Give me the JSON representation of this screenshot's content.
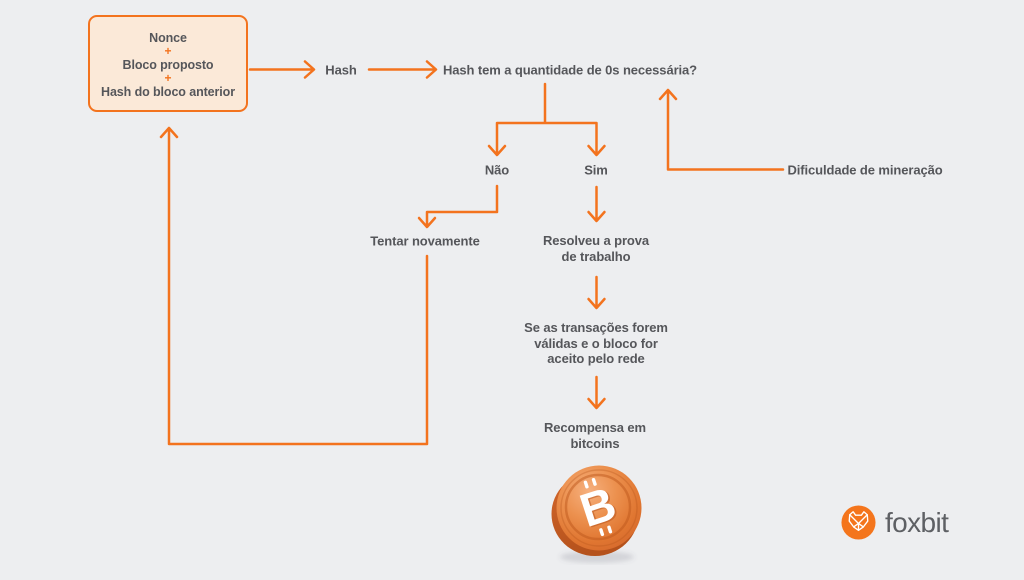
{
  "page": {
    "background": "#EDEEF0",
    "accent_orange": "#F3731E",
    "text_color": "#55565A",
    "box_fill": "#FBE9D8"
  },
  "flowchart": {
    "input_box": {
      "lines": [
        "Nonce",
        "+",
        "Bloco proposto",
        "+",
        "Hash do bloco anterior"
      ]
    },
    "hash": {
      "label": "Hash"
    },
    "question": {
      "label": "Hash tem a quantidade de 0s necessária?"
    },
    "no_branch": {
      "label": "Não"
    },
    "yes_branch": {
      "label": "Sim"
    },
    "retry": {
      "label": "Tentar novamente"
    },
    "proof": {
      "lines": [
        "Resolveu a prova",
        "de trabalho"
      ]
    },
    "validation": {
      "lines": [
        "Se as transações forem",
        "válidas e o bloco for",
        "aceito pelo rede"
      ]
    },
    "reward": {
      "lines": [
        "Recompensa em",
        "bitcoins"
      ]
    },
    "difficulty": {
      "label": "Dificuldade de mineração"
    }
  },
  "branding": {
    "logo_text": "foxbit",
    "coin_symbol": "B",
    "logo_color": "#F4751C"
  }
}
